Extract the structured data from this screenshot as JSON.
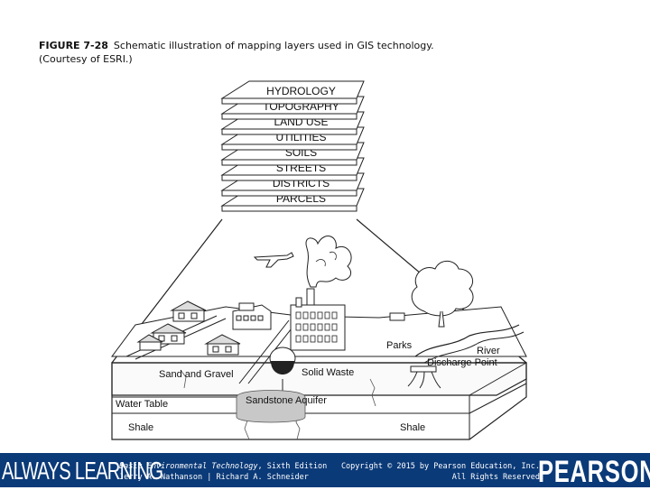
{
  "caption": {
    "figure_label": "FIGURE 7-28",
    "text": "Schematic illustration of mapping layers used in GIS technology.",
    "credit": "(Courtesy of ESRI.)"
  },
  "diagram": {
    "layers": [
      "HYDROLOGY",
      "TOPOGRAPHY",
      "LAND USE",
      "UTILITIES",
      "SOILS",
      "STREETS",
      "DISTRICTS",
      "PARCELS"
    ],
    "labels": {
      "sand_and_gravel": "Sand and Gravel",
      "solid_waste": "Solid Waste",
      "parks": "Parks",
      "river": "River",
      "discharge_point": "Discharge Point",
      "water_table": "Water Table",
      "sandstone_aquifer": "Sandstone Aquifer",
      "shale_left": "Shale",
      "shale_right": "Shale"
    }
  },
  "footer": {
    "tagline": "ALWAYS LEARNING",
    "book_title": "Basic Environmental Technology",
    "book_edition": ", Sixth Edition",
    "authors": "Jerry A. Nathanson | Richard A. Schneider",
    "copyright": "Copyright © 2015 by Pearson Education, Inc.",
    "rights": "All Rights Reserved",
    "publisher": "PEARSON"
  }
}
